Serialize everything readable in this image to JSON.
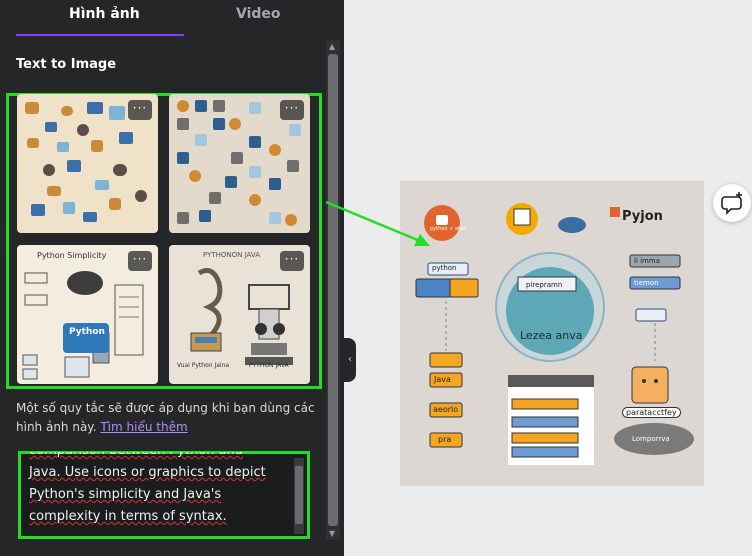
{
  "tabs": {
    "images": "Hình ảnh",
    "video": "Video"
  },
  "section": {
    "title": "Text to Image"
  },
  "thumbnails": [
    {
      "label": "",
      "more": "···"
    },
    {
      "label": "",
      "more": "···"
    },
    {
      "label": "Python Simplicity",
      "more": "···",
      "sublabel": "Python",
      "badge": "Python"
    },
    {
      "label": "PYTHONON JAVA",
      "more": "···",
      "sublabel": "Vuai Python Jaina",
      "sublabel2": "PYTHON JAVA"
    }
  ],
  "rules": {
    "text": "Một số quy tắc sẽ được áp dụng khi bạn dùng các hình ảnh này.",
    "link": "Tìm hiểu thêm"
  },
  "prompt": {
    "value": "comparison between Python and\nJava. Use icons or graphics to depict\nPython's simplicity and Java's\ncomplexity in terms of syntax."
  },
  "canvas": {
    "title": "Pyjon",
    "center_label": "Lezea anva",
    "left_labels": [
      "python",
      "Java",
      "aeorlo",
      "pra"
    ],
    "right_labels": [
      "li imma",
      "tiemon",
      "paratacctfey",
      "Lomporrva"
    ],
    "small_label": "python > ahio",
    "center_small": "pirepramn"
  },
  "colors": {
    "accent": "#8b3dff",
    "highlight": "#22dd22",
    "panel": "#252627",
    "canvas_bg": "#ebeced"
  },
  "icons": {
    "more": "more-horizontal-icon",
    "comment": "comment-add-icon",
    "collapse": "chevron-left-icon"
  }
}
